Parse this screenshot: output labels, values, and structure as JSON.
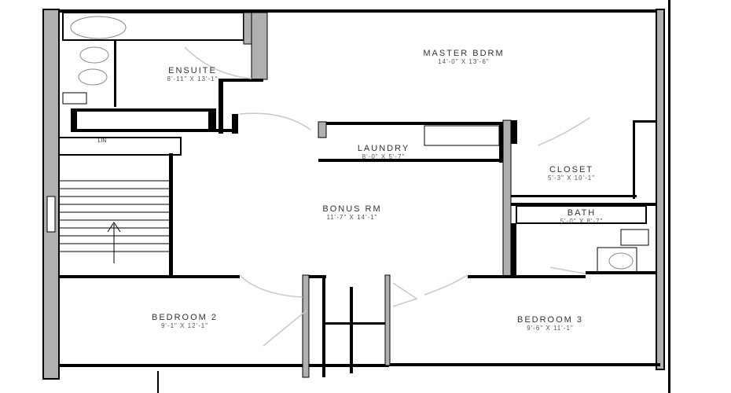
{
  "rooms": [
    {
      "name": "MASTER BDRM",
      "dims": "14'-0\" X 13'-6\""
    },
    {
      "name": "ENSUITE",
      "dims": "8'-11\" X 13'-1\""
    },
    {
      "name": "LAUNDRY",
      "dims": "8'-0\" X 5'-7\""
    },
    {
      "name": "CLOSET",
      "dims": "5'-3\" X 10'-1\""
    },
    {
      "name": "BONUS RM",
      "dims": "11'-7\" X 14'-1\""
    },
    {
      "name": "BATH",
      "dims": "5'-0\" X 8'-7\""
    },
    {
      "name": "BEDROOM 2",
      "dims": "9'-1\" X 12'-1\""
    },
    {
      "name": "BEDROOM 3",
      "dims": "9'-6\" X 11'-1\""
    }
  ],
  "small_labels": {
    "linen": "LIN"
  },
  "colors": {
    "wall": "#000000",
    "wall_fill": "#b0b0b0",
    "door_swing": "#c8c8c8"
  }
}
